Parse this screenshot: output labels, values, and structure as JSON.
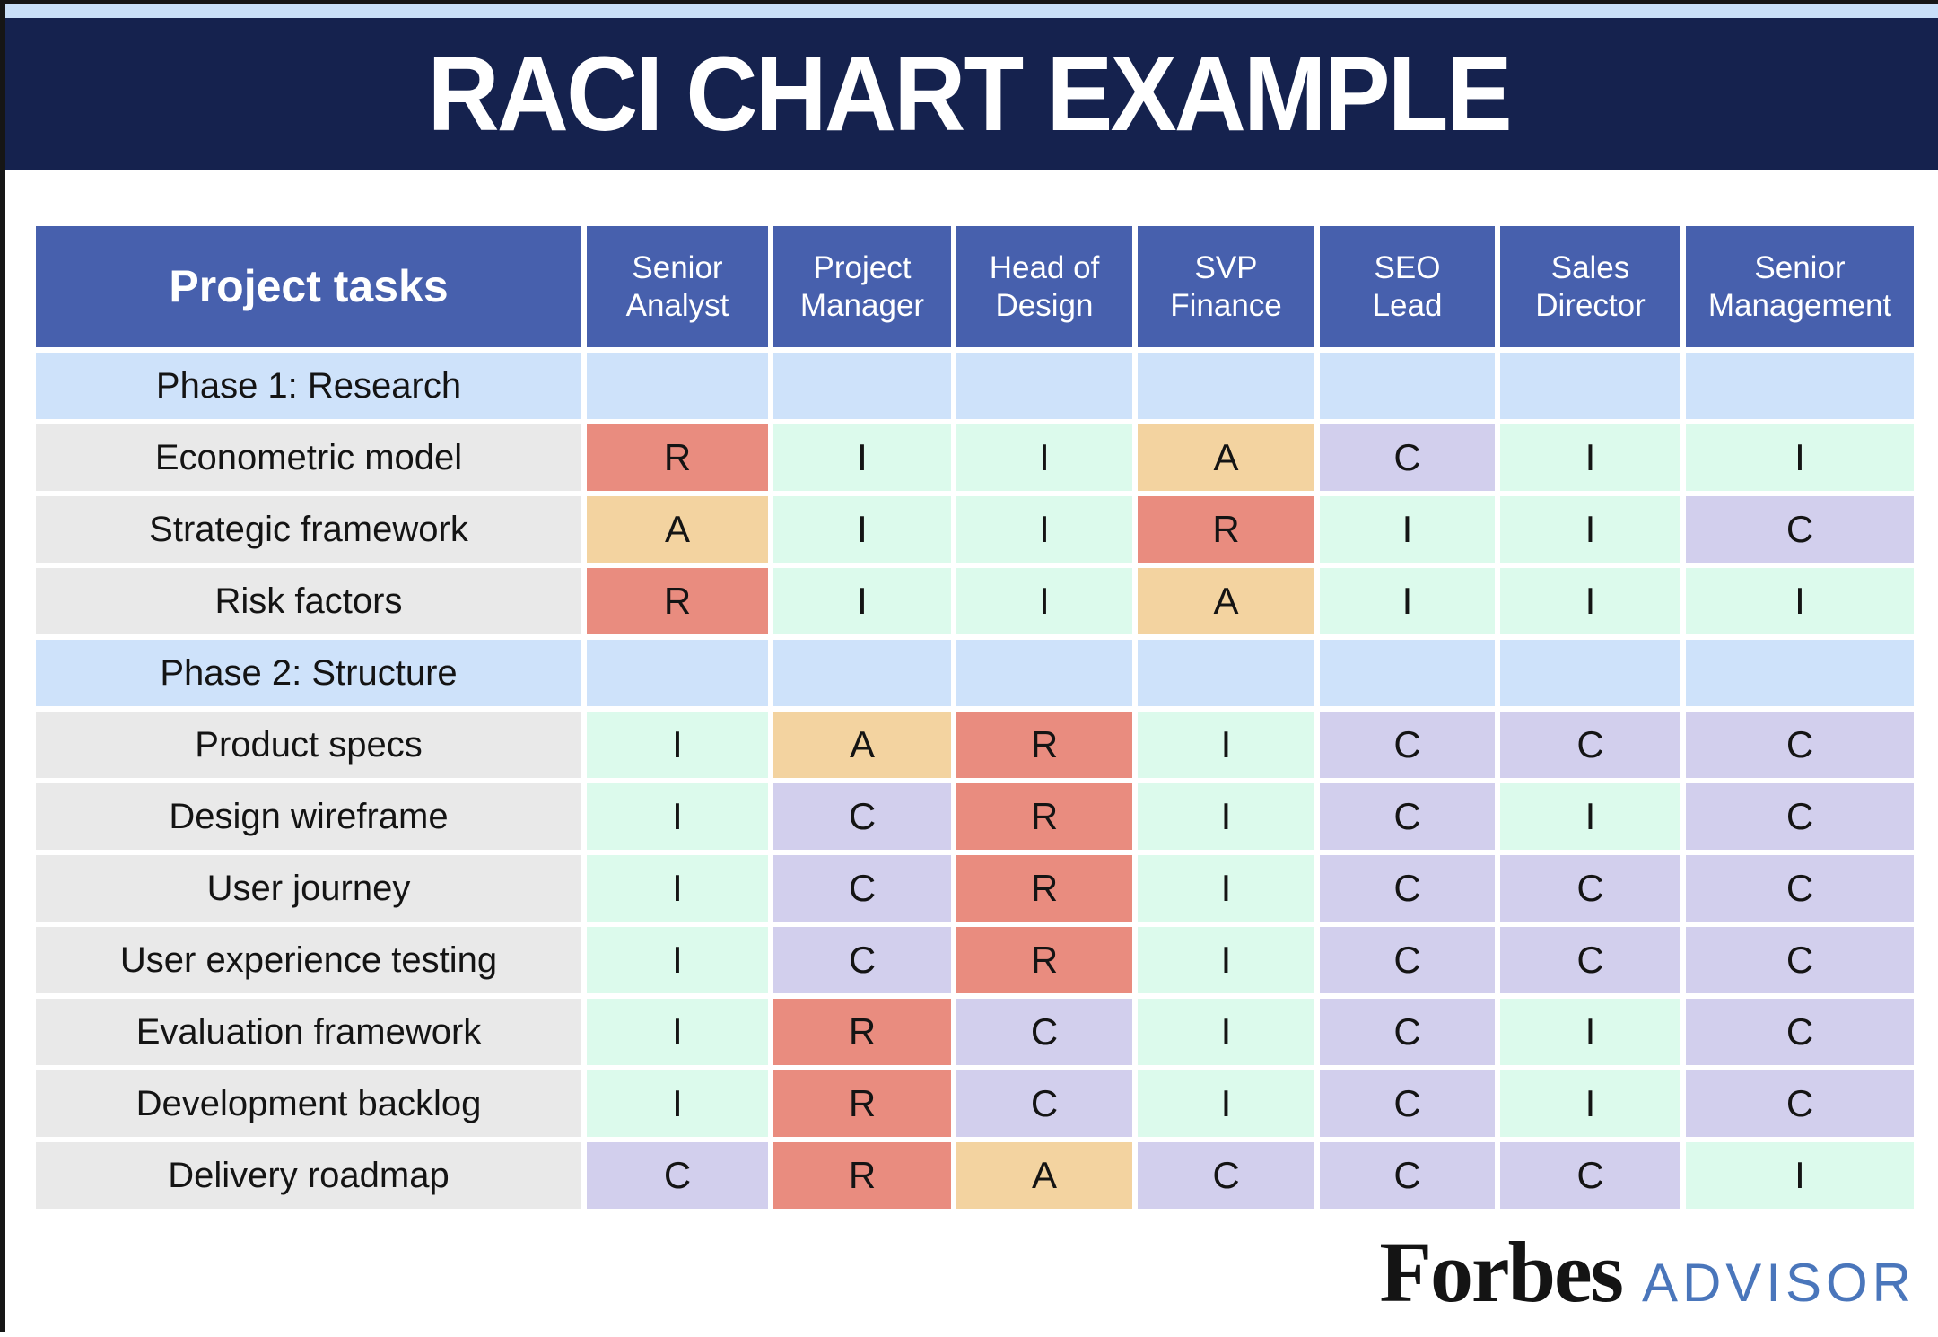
{
  "title": "RACI CHART EXAMPLE",
  "footer": {
    "brand": "Forbes",
    "sub_brand": "ADVISOR"
  },
  "colors": {
    "top_strip": "#c9dff8",
    "title_band": "#15224e",
    "title_text": "#ffffff",
    "header_cell": "#4760ad",
    "phase_row": "#cee2fa",
    "task_cell": "#e9e9e9",
    "cell_R": "#e98c7f",
    "cell_A": "#f3d3a0",
    "cell_C": "#d2cfed",
    "cell_I": "#dcfaec",
    "advisor_blue": "#4a76bb",
    "border_black": "#161616"
  },
  "chart_data": {
    "type": "table",
    "title": "RACI CHART EXAMPLE",
    "task_column_header": "Project tasks",
    "role_columns": [
      "Senior\nAnalyst",
      "Project\nManager",
      "Head of\nDesign",
      "SVP\nFinance",
      "SEO\nLead",
      "Sales\nDirector",
      "Senior\nManagement"
    ],
    "rows": [
      {
        "type": "phase",
        "label": "Phase 1: Research"
      },
      {
        "type": "task",
        "label": "Econometric model",
        "values": [
          "R",
          "I",
          "I",
          "A",
          "C",
          "I",
          "I"
        ]
      },
      {
        "type": "task",
        "label": "Strategic framework",
        "values": [
          "A",
          "I",
          "I",
          "R",
          "I",
          "I",
          "C"
        ]
      },
      {
        "type": "task",
        "label": "Risk factors",
        "values": [
          "R",
          "I",
          "I",
          "A",
          "I",
          "I",
          "I"
        ]
      },
      {
        "type": "phase",
        "label": "Phase 2: Structure"
      },
      {
        "type": "task",
        "label": "Product specs",
        "values": [
          "I",
          "A",
          "R",
          "I",
          "C",
          "C",
          "C"
        ]
      },
      {
        "type": "task",
        "label": "Design wireframe",
        "values": [
          "I",
          "C",
          "R",
          "I",
          "C",
          "I",
          "C"
        ]
      },
      {
        "type": "task",
        "label": "User journey",
        "values": [
          "I",
          "C",
          "R",
          "I",
          "C",
          "C",
          "C"
        ]
      },
      {
        "type": "task",
        "label": "User experience testing",
        "values": [
          "I",
          "C",
          "R",
          "I",
          "C",
          "C",
          "C"
        ]
      },
      {
        "type": "task",
        "label": "Evaluation framework",
        "values": [
          "I",
          "R",
          "C",
          "I",
          "C",
          "I",
          "C"
        ]
      },
      {
        "type": "task",
        "label": "Development backlog",
        "values": [
          "I",
          "R",
          "C",
          "I",
          "C",
          "I",
          "C"
        ]
      },
      {
        "type": "task",
        "label": "Delivery roadmap",
        "values": [
          "C",
          "R",
          "A",
          "C",
          "C",
          "C",
          "I"
        ]
      }
    ]
  }
}
